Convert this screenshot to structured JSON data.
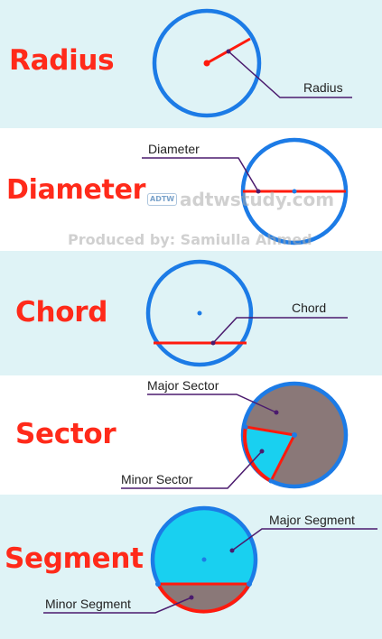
{
  "colors": {
    "title": "#ff2a1a",
    "circle": "#1c7be6",
    "red_line": "#ff1a0d",
    "leader": "#4b1b6e",
    "fill_major_sector": "#8a7878",
    "fill_minor": "#19d0f0",
    "panel_light": "#dff3f6"
  },
  "radius": {
    "title": "Radius",
    "label": "Radius"
  },
  "diameter": {
    "title": "Diameter",
    "label": "Diameter"
  },
  "chord": {
    "title": "Chord",
    "label": "Chord"
  },
  "sector": {
    "title": "Sector",
    "major_label": "Major Sector",
    "minor_label": "Minor Sector"
  },
  "segment": {
    "title": "Segment",
    "major_label": "Major Segment",
    "minor_label": "Minor Segment"
  },
  "watermark": {
    "logo": "ADTW",
    "site": "adtwstudy.com",
    "credit": "Produced by: Samiulla Ahmed"
  }
}
